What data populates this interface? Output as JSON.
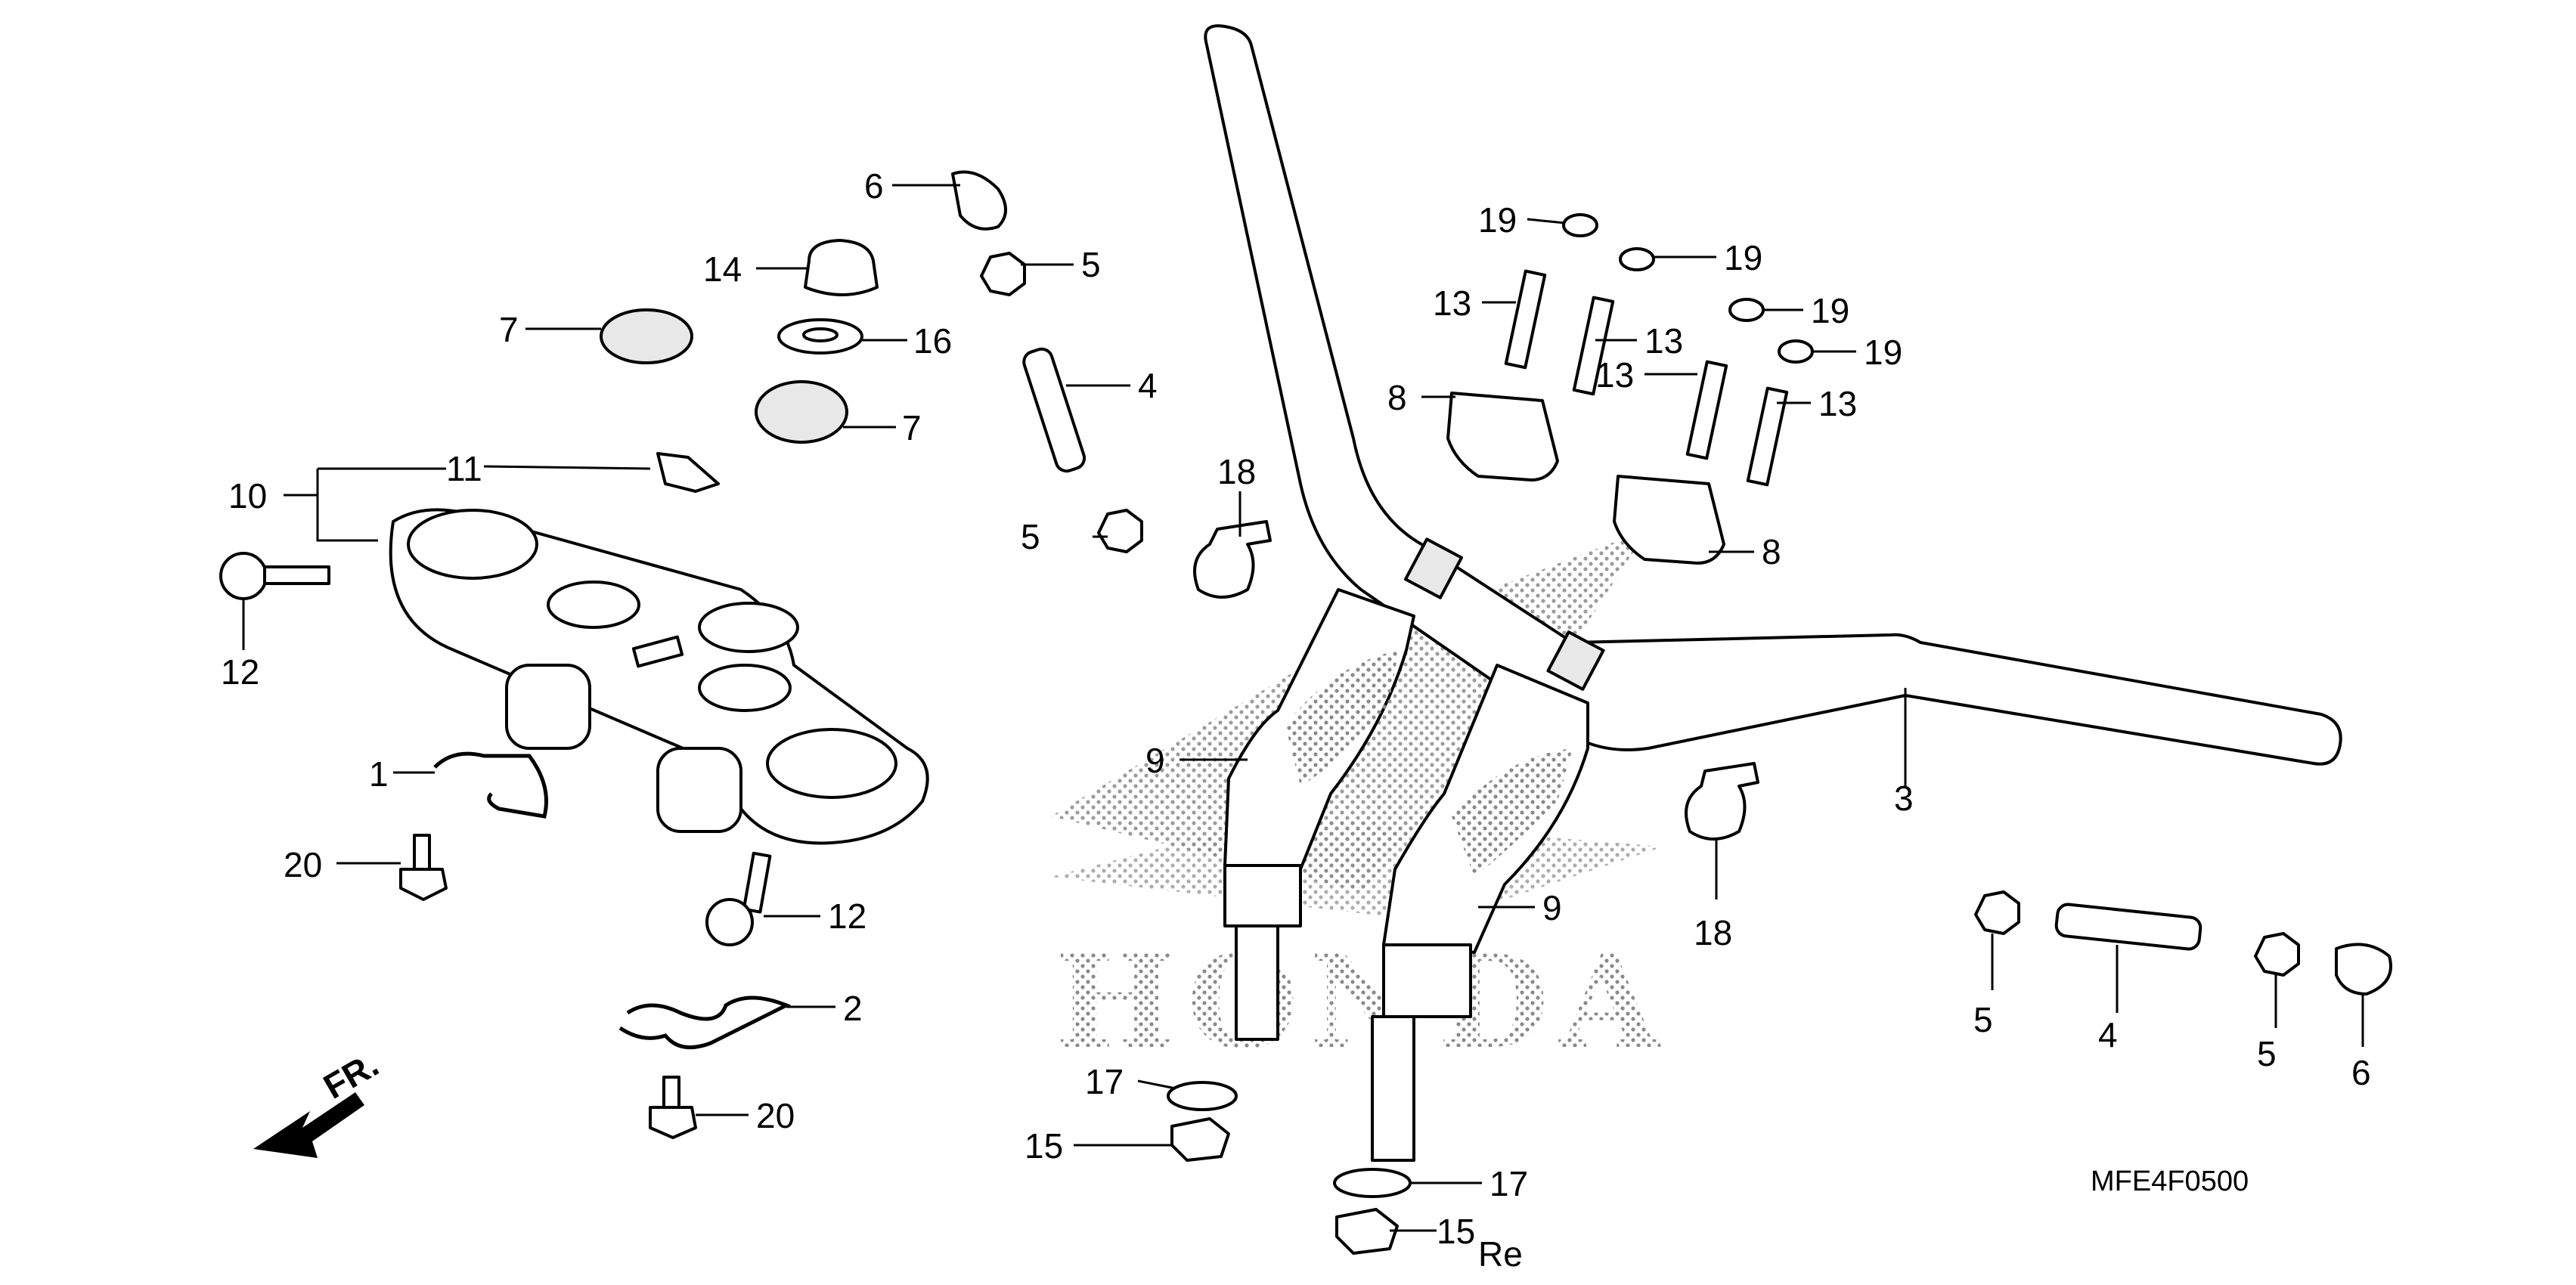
{
  "diagram_code": "MFE4F0500",
  "front_indicator": "FR.",
  "watermark": "HONDA",
  "corner_mark": "Re",
  "callouts": {
    "c1": "1",
    "c2": "2",
    "c3": "3",
    "c4a": "4",
    "c4b": "4",
    "c5a": "5",
    "c5b": "5",
    "c5c": "5",
    "c5d": "5",
    "c6a": "6",
    "c6b": "6",
    "c7a": "7",
    "c7b": "7",
    "c8a": "8",
    "c8b": "8",
    "c9a": "9",
    "c9b": "9",
    "c10": "10",
    "c11": "11",
    "c12a": "12",
    "c12b": "12",
    "c13a": "13",
    "c13b": "13",
    "c13c": "13",
    "c13d": "13",
    "c14": "14",
    "c15a": "15",
    "c15b": "15",
    "c16": "16",
    "c17a": "17",
    "c17b": "17",
    "c18a": "18",
    "c18b": "18",
    "c19a": "19",
    "c19b": "19",
    "c19c": "19",
    "c19d": "19",
    "c20a": "20",
    "c20b": "20"
  }
}
